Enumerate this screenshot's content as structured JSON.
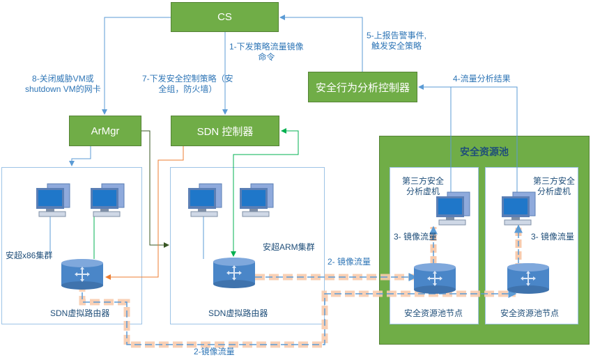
{
  "cs": {
    "label": "CS"
  },
  "sbac": {
    "label": "安全行为分析控制器"
  },
  "armgr": {
    "label": "ArMgr"
  },
  "sdn_ctrl": {
    "label": "SDN 控制器"
  },
  "pool": {
    "title": "安全资源池"
  },
  "x86": {
    "cluster_label": "安超x86集群",
    "router_label": "SDN虚拟路由器"
  },
  "arm": {
    "cluster_label": "安超ARM集群",
    "router_label": "SDN虚拟路由器"
  },
  "pool_nodes": [
    {
      "vm_label": "第三方安全\n分析虚机",
      "flow_label": "3- 镜像流量",
      "node_label": "安全资源池节点"
    },
    {
      "vm_label": "第三方安全\n分析虚机",
      "flow_label": "3- 镜像流量",
      "node_label": "安全资源池节点"
    }
  ],
  "edges": {
    "e1": "1-下发策略流量镜像\n命令",
    "e5": "5-上报告警事件,\n触发安全策略",
    "e8": "8-关闭威胁VM或\nshutdown VM的网卡",
    "e7": "7-下发安全控制策略（安\n全组，防火墙）",
    "e4": "4-流量分析结果",
    "e2a": "2- 镜像流量",
    "e2b": "2-镜像流量"
  },
  "colors": {
    "green_box": "#70ad47",
    "pool_bg": "#70ad47",
    "blue_line": "#5b9bd5",
    "orange_line": "#ed7d31",
    "green_line": "#00b050",
    "label_blue": "#2e75b6"
  },
  "icons": [
    "monitor-icon",
    "router-icon"
  ]
}
